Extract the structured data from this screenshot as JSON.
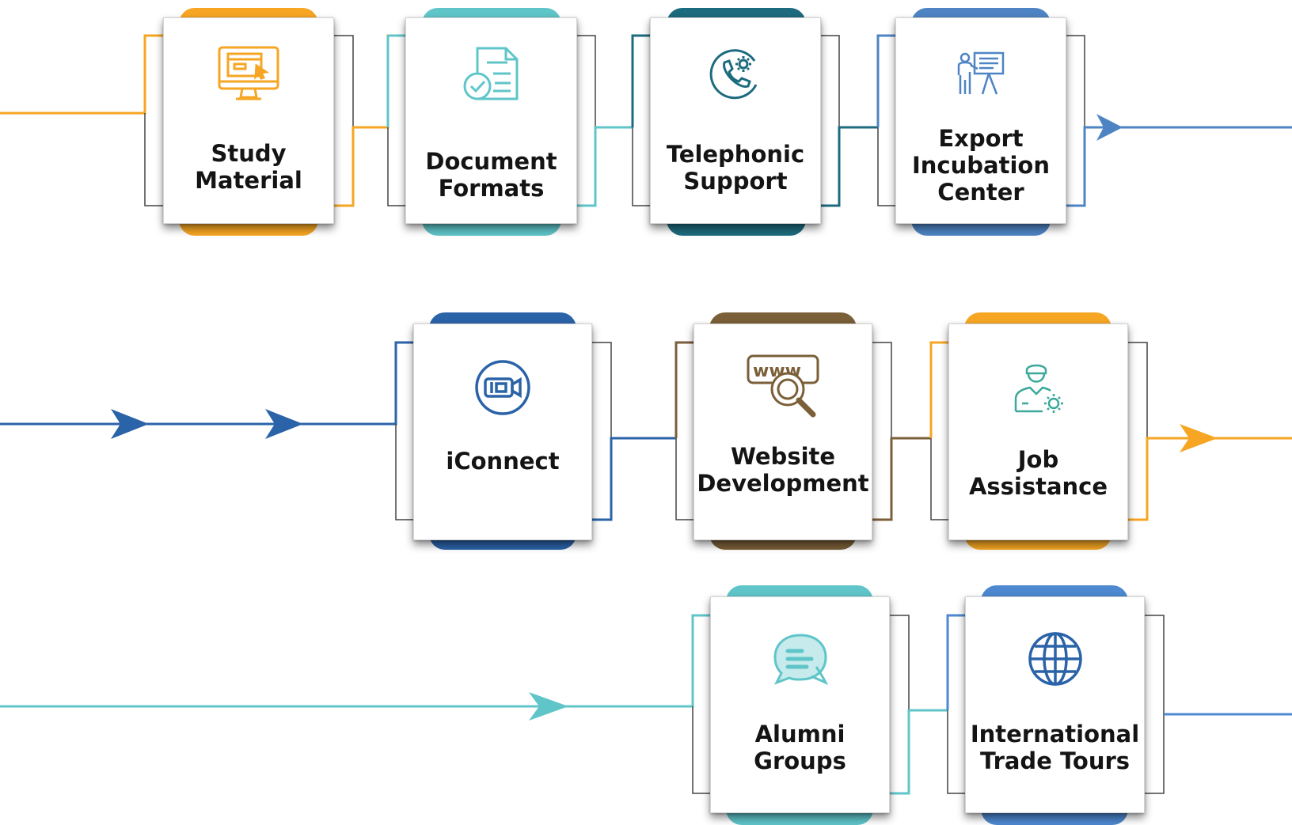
{
  "colors": {
    "orange": "#F6A623",
    "teal": "#5FC5C9",
    "dark_teal": "#1D6B7E",
    "blue": "#4E84C4",
    "navy": "#2B63A8",
    "brown": "#7A5F38",
    "sky": "#4D88D0"
  },
  "cards": [
    {
      "id": "study-material",
      "label": "Study\nMaterial",
      "icon": "computer-screen-icon",
      "color": "#F6A623"
    },
    {
      "id": "document-formats",
      "label": "Document\nFormats",
      "icon": "document-check-icon",
      "color": "#5FC5C9"
    },
    {
      "id": "telephonic-support",
      "label": "Telephonic\nSupport",
      "icon": "phone-gear-icon",
      "color": "#1D6B7E"
    },
    {
      "id": "export-incubation-center",
      "label": "Export\nIncubation\nCenter",
      "icon": "presentation-board-icon",
      "color": "#4E84C4"
    },
    {
      "id": "iconnect",
      "label": "iConnect",
      "icon": "video-camera-icon",
      "color": "#2B63A8"
    },
    {
      "id": "website-development",
      "label": "Website\nDevelopment",
      "icon": "www-search-icon",
      "color": "#7A5F38"
    },
    {
      "id": "job-assistance",
      "label": "Job\nAssistance",
      "icon": "worker-gear-icon",
      "color": "#F6A623"
    },
    {
      "id": "alumni-groups",
      "label": "Alumni\nGroups",
      "icon": "chat-bubbles-icon",
      "color": "#5FC5C9"
    },
    {
      "id": "international-trade-tours",
      "label": "International\nTrade Tours",
      "icon": "globe-icon",
      "color": "#4D88D0"
    }
  ]
}
